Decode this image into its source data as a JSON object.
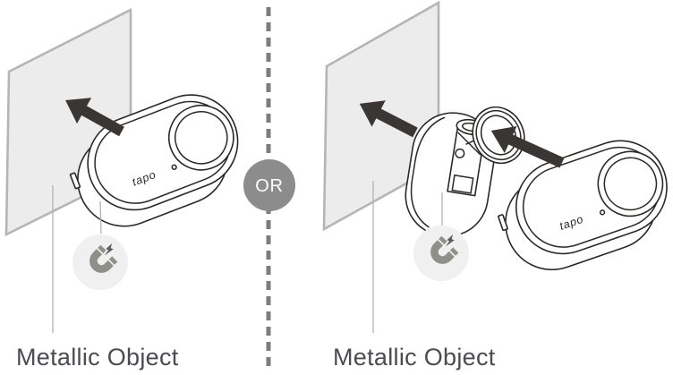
{
  "divider": {
    "label": "OR"
  },
  "left_option": {
    "caption": "Metallic Object",
    "camera_logo": "tapo",
    "icons": {
      "magnet": "magnet-icon",
      "arrow": "attach-arrow-icon"
    }
  },
  "right_option": {
    "caption": "Metallic Object",
    "camera_logo": "tapo",
    "icons": {
      "magnet": "magnet-icon",
      "arrow_to_wall": "attach-arrow-icon",
      "arrow_to_base": "attach-arrow-icon"
    }
  },
  "colors": {
    "background": "#ffffff",
    "plate_fill": "#ececec",
    "plate_border": "#b5b5b5",
    "line_art": "#2b2826",
    "arrow": "#3a3633",
    "divider_dash": "#7d7d7d",
    "or_badge_bg": "#8c8c8c",
    "or_badge_text": "#fdfdfd",
    "caption_text": "#4c4b51",
    "magnet_badge_bg": "#f0f0f0",
    "magnet_glyph": "#90908b",
    "magnet_bolt": "#5d5d61",
    "leader_line": "#b3b3b3"
  }
}
